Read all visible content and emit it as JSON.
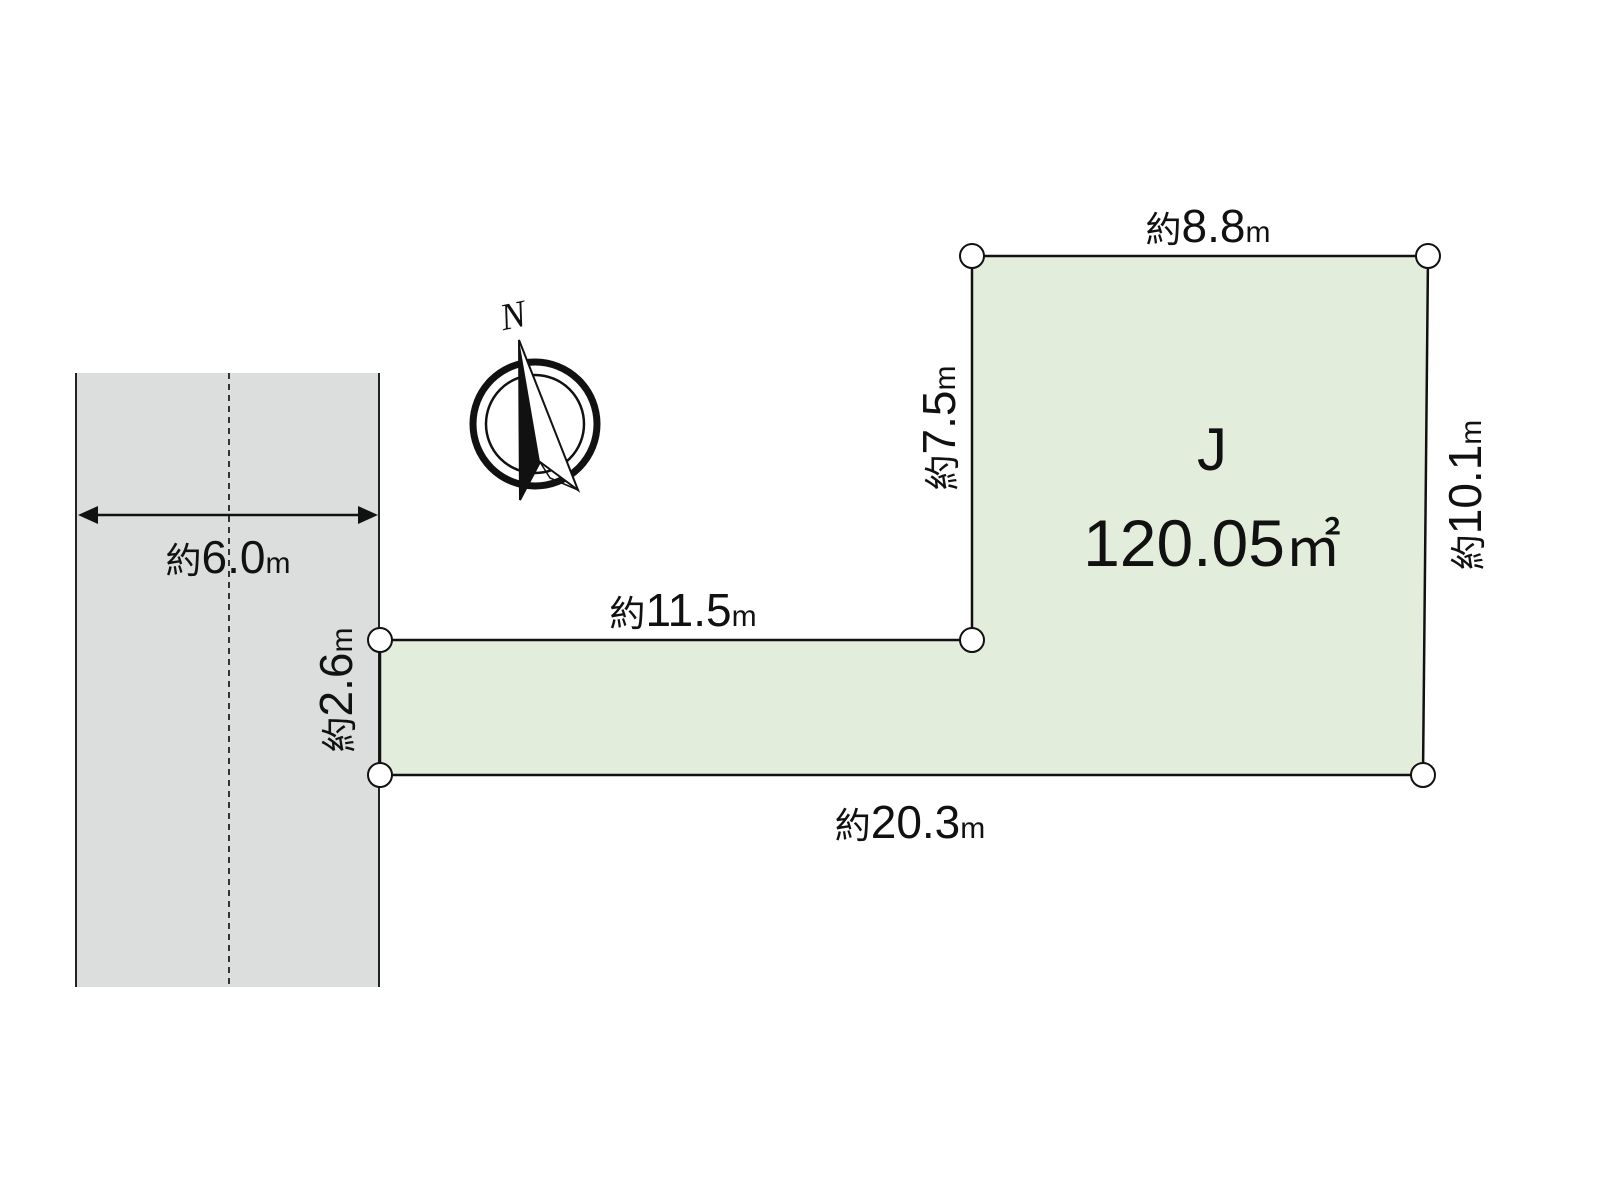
{
  "lot": {
    "name": "J",
    "area": "120.05",
    "area_unit": "㎡",
    "fill_color": "#e2eedb"
  },
  "road": {
    "fill_color": "#dcdddd",
    "width_label": {
      "prefix": "約",
      "value": "6.0",
      "unit": "m"
    }
  },
  "compass": {
    "north_label": "N"
  },
  "dimensions": {
    "top": {
      "prefix": "約",
      "value": "8.8",
      "unit": "m"
    },
    "left_upper": {
      "prefix": "約",
      "value": "7.5",
      "unit": "m"
    },
    "right": {
      "prefix": "約",
      "value": "10.1",
      "unit": "m"
    },
    "middle": {
      "prefix": "約",
      "value": "11.5",
      "unit": "m"
    },
    "frontage": {
      "prefix": "約",
      "value": "2.6",
      "unit": "m"
    },
    "bottom": {
      "prefix": "約",
      "value": "20.3",
      "unit": "m"
    }
  }
}
